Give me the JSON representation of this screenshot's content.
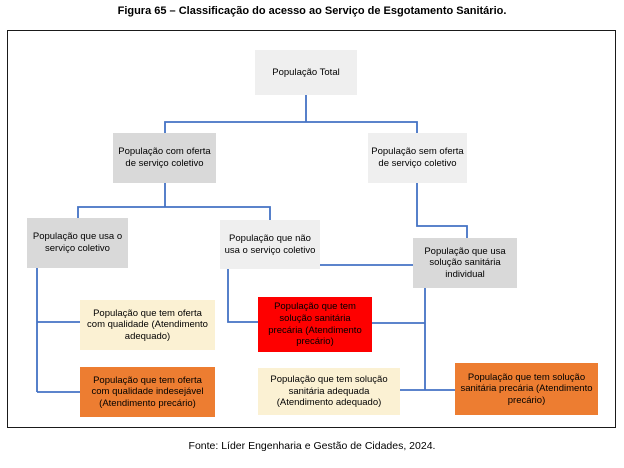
{
  "figure": {
    "title": "Figura 65 – Classificação do acesso ao Serviço de Esgotamento Sanitário.",
    "source": "Fonte: Líder Engenharia e Gestão de Cidades, 2024."
  },
  "colors": {
    "node_gray_dark": "#D9D9D9",
    "node_gray_light": "#EFEFEF",
    "node_cream": "#FBF1D3",
    "node_red": "#FE0000",
    "node_orange": "#ED7D31",
    "connector_blue": "#4472C4",
    "frame_border": "#1A1A1A",
    "text": "#000000"
  },
  "nodes": {
    "total": {
      "label": "População Total"
    },
    "com_oferta": {
      "label": "População com oferta de serviço coletivo"
    },
    "sem_oferta": {
      "label": "População sem oferta de serviço coletivo"
    },
    "usa_servico": {
      "label": "População que usa o serviço coletivo"
    },
    "nao_usa_servico": {
      "label": "População que não usa o serviço coletivo"
    },
    "solucao_individual": {
      "label": "População que usa solução sanitária individual"
    },
    "oferta_qualidade": {
      "label": "População que tem oferta com qualidade (Atendimento adequado)"
    },
    "solucao_precaria_vermelho": {
      "label": "População que tem solução sanitária precária (Atendimento precário)"
    },
    "oferta_indesejavel": {
      "label": "População que tem oferta com qualidade indesejável (Atendimento precário)"
    },
    "solucao_adequada": {
      "label": "População que tem solução sanitária adequada (Atendimento adequado)"
    },
    "solucao_precaria_laranja": {
      "label": "População que tem solução sanitária precária (Atendimento precário)"
    }
  }
}
